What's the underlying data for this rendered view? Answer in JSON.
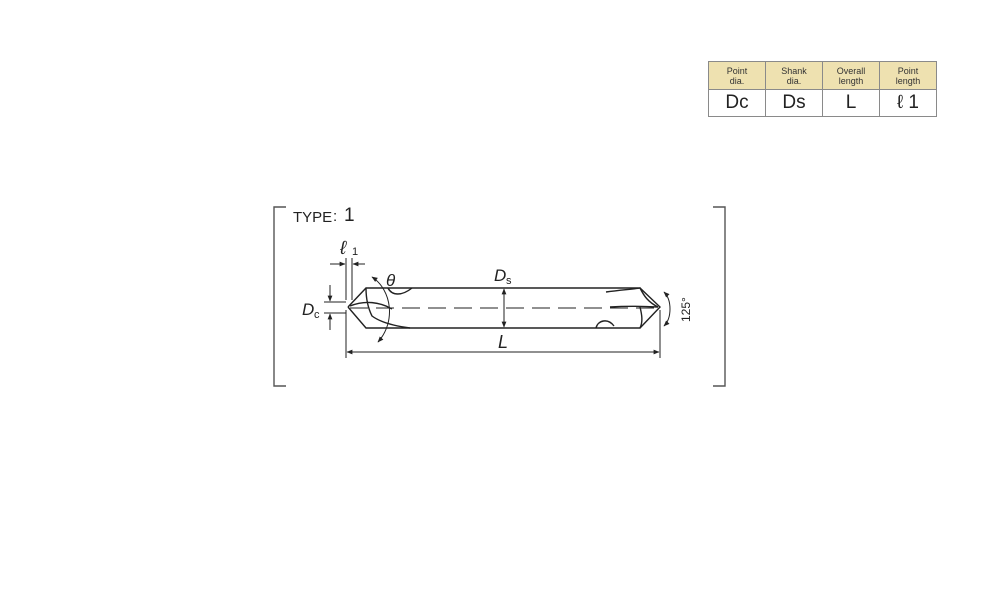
{
  "spec_table": {
    "columns": [
      {
        "header_line1": "Point",
        "header_line2": "dia.",
        "symbol": "Dc"
      },
      {
        "header_line1": "Shank",
        "header_line2": "dia.",
        "symbol": "Ds"
      },
      {
        "header_line1": "Overall",
        "header_line2": "length",
        "symbol": "L"
      },
      {
        "header_line1": "Point",
        "header_line2": "length",
        "symbol": "ℓ 1"
      }
    ]
  },
  "diagram": {
    "type_label": "TYPE",
    "type_sep": ":",
    "type_value": "1",
    "labels": {
      "point_length_main": "ℓ",
      "point_length_sub": "1",
      "angle_theta": "θ",
      "shank_dia_main": "D",
      "shank_dia_sub": "s",
      "point_dia_main": "D",
      "point_dia_sub": "c",
      "overall_length": "L",
      "tip_angle": "125°"
    }
  }
}
